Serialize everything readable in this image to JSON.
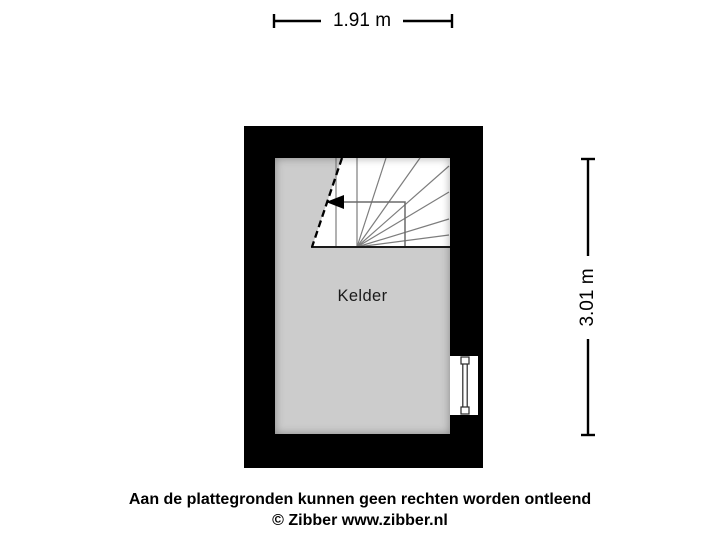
{
  "plan": {
    "room_label": "Kelder",
    "dimensions": {
      "width_label": "1.91 m",
      "height_label": "3.01 m"
    }
  },
  "footer": {
    "disclaimer": "Aan de plattegronden kunnen geen rechten worden ontleend",
    "copyright": "© Zibber www.zibber.nl"
  },
  "colors": {
    "background": "#ffffff",
    "wall": "#000000",
    "floor": "#cccccc",
    "stair_line": "#7d7d7d",
    "text": "#000000"
  }
}
